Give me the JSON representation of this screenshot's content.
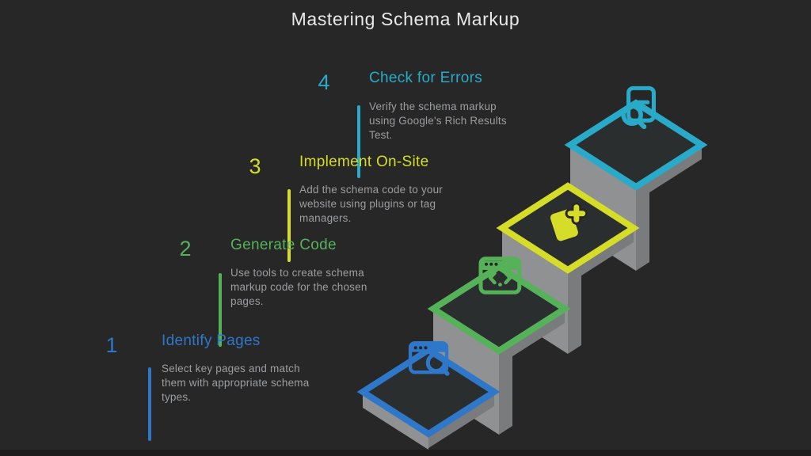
{
  "title": "Mastering Schema Markup",
  "colors": {
    "background": "#272727",
    "bottom_bar": "#1d1d1d",
    "title_text": "#e9e9e9",
    "description_text": "#9b9da0",
    "stair_left_face": "#8f9193",
    "stair_front_face": "#797b7d",
    "stair_top_face": "#2b2e2f"
  },
  "steps": [
    {
      "number": "1",
      "title": "Identify Pages",
      "color": "#2e77c9",
      "icon": "browser-search-icon",
      "description_lines": [
        "Select key pages and match",
        "them with appropriate schema",
        "types."
      ]
    },
    {
      "number": "2",
      "title": "Generate Code",
      "color": "#56b259",
      "icon": "browser-code-icon",
      "description_lines": [
        "Use tools to create schema",
        "markup code for the chosen",
        "pages."
      ]
    },
    {
      "number": "3",
      "title": "Implement On-Site",
      "color": "#d6dd28",
      "icon": "note-add-icon",
      "description_lines": [
        "Add the schema code to your",
        "website using plugins or tag",
        "managers."
      ]
    },
    {
      "number": "4",
      "title": "Check for Errors",
      "color": "#29aac9",
      "icon": "document-search-icon",
      "description_lines": [
        "Verify the schema markup",
        "using Google's Rich Results",
        "Test."
      ]
    }
  ]
}
